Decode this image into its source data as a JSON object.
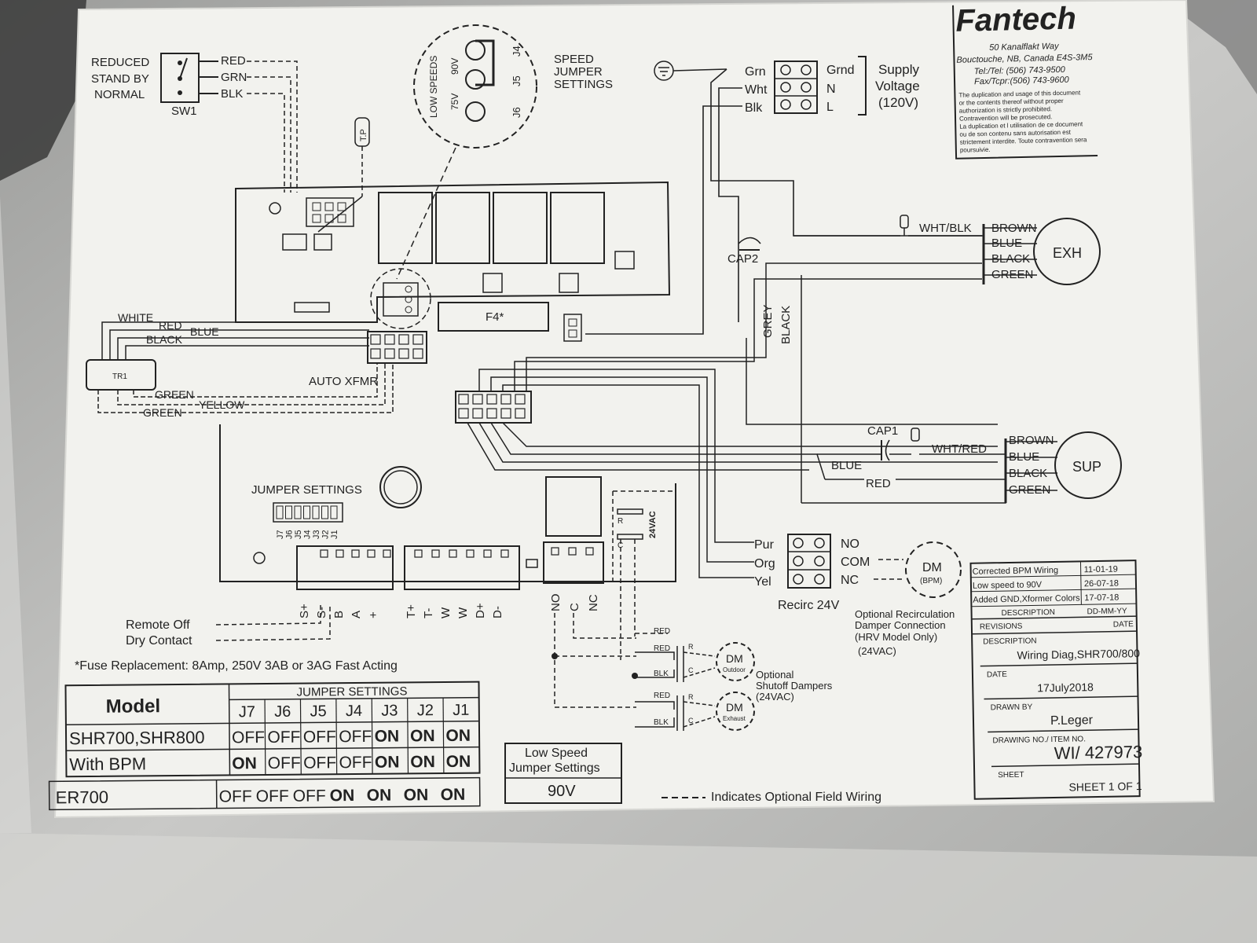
{
  "title_block": {
    "brand": "Fantech",
    "address_1": "50 Kanalflakt Way",
    "address_2": "Bouctouche, NB, Canada  E4S-3M5",
    "tel": "Tel:/Tel: (506) 743-9500",
    "fax": "Fax/Tcpr:(506) 743-9600",
    "notice": [
      "The duplication and usage of this document",
      "or the contents thereof without proper",
      "authorization is strictly prohibited.",
      "Contravention will be prosecuted.",
      "La duplication et l utilisation de ce document",
      "ou de son contenu sans autorisation est",
      "strictement interdite. Toute contravention sera",
      "poursuivie."
    ]
  },
  "switch": {
    "labels": [
      "REDUCED",
      "STAND BY",
      "NORMAL"
    ],
    "name": "SW1",
    "wires": [
      "RED",
      "GRN",
      "BLK"
    ],
    "thermal": "T.P"
  },
  "speed_jumper": {
    "title_lines": [
      "SPEED",
      "JUMPER",
      "SETTINGS"
    ],
    "low_speeds": "LOW SPEEDS",
    "v90": "90V",
    "v75": "75V",
    "j4": "J4",
    "j5": "J5",
    "j6": "J6"
  },
  "supply": {
    "wires": [
      "Grn",
      "Wht",
      "Blk"
    ],
    "terminals": [
      "Grnd",
      "N",
      "L"
    ],
    "label_lines": [
      "Supply",
      "Voltage",
      "(120V)"
    ]
  },
  "exhaust_motor": {
    "label": "EXH",
    "cap": "CAP2",
    "lead": "WHT/BLK",
    "wires": [
      "BROWN",
      "BLUE",
      "BLACK",
      "GREEN"
    ]
  },
  "supply_motor": {
    "label": "SUP",
    "cap": "CAP1",
    "lead": "WHT/RED",
    "wires": [
      "BROWN",
      "BLUE",
      "BLACK",
      "GREEN"
    ],
    "feed_blue": "BLUE",
    "feed_red": "RED"
  },
  "board": {
    "vertical_grey": "GREY",
    "vertical_black": "BLACK",
    "fuse": "F4*",
    "transformer": "TR1",
    "transformer_wires": [
      "WHITE",
      "RED",
      "BLUE",
      "BLACK",
      "GREEN",
      "YELLOW",
      "GREEN"
    ],
    "auto_xfmr": "AUTO XFMR",
    "jumper_settings": "JUMPER SETTINGS",
    "jumper_labels": [
      "J7",
      "J6",
      "J5",
      "J4",
      "J3",
      "J2",
      "J1"
    ],
    "terminals_a": [
      "S+",
      "S-",
      "B",
      "A",
      "+"
    ],
    "terminals_b": [
      "T+",
      "T-",
      "W",
      "W",
      "D+",
      "D-"
    ],
    "terminals_c": [
      "NO",
      "C",
      "NC"
    ],
    "relay_r": "R",
    "relay_c": "C",
    "relay_24vac": "24VAC"
  },
  "recirc": {
    "wires": [
      "Pur",
      "Org",
      "Yel"
    ],
    "terminals": [
      "NO",
      "COM",
      "NC"
    ],
    "label": "Recirc 24V",
    "dm": "DM",
    "bpm": "(BPM)",
    "note_lines": [
      "Optional Recirculation",
      "Damper Connection",
      "(HRV Model Only)",
      "(24VAC)"
    ]
  },
  "dampers": {
    "red": "RED",
    "blk": "BLK",
    "r": "R",
    "c": "C",
    "dm": "DM",
    "outdoor": "Outdoor",
    "exhaust": "Exhaust",
    "note_lines": [
      "Optional",
      "Shutoff Dampers",
      "(24VAC)"
    ]
  },
  "notes": {
    "remote_off": "Remote  Off",
    "dry_contact": "Dry  Contact",
    "fuse": "*Fuse Replacement:  8Amp,  250V  3AB  or  3AG  Fast  Acting",
    "field_wiring": "Indicates Optional Field Wiring"
  },
  "jumper_table": {
    "group_header": "JUMPER SETTINGS",
    "model_header": "Model",
    "columns": [
      "J7",
      "J6",
      "J5",
      "J4",
      "J3",
      "J2",
      "J1"
    ],
    "rows": [
      {
        "model": "SHR700,SHR800",
        "values": [
          "OFF",
          "OFF",
          "OFF",
          "OFF",
          "ON",
          "ON",
          "ON"
        ]
      },
      {
        "model": "With  BPM",
        "values": [
          "ON",
          "OFF",
          "OFF",
          "OFF",
          "ON",
          "ON",
          "ON"
        ]
      },
      {
        "model": "ER700",
        "values": [
          "OFF",
          "OFF",
          "OFF",
          "ON",
          "ON",
          "ON",
          "ON"
        ]
      }
    ]
  },
  "low_speed_box": {
    "line1": "Low Speed",
    "line2": "Jumper Settings",
    "value": "90V"
  },
  "revision_block": {
    "revisions": [
      {
        "text": "Corrected BPM Wiring",
        "date": "11-01-19"
      },
      {
        "text": "Low speed to 90V",
        "date": "26-07-18"
      },
      {
        "text": "Added GND,Xformer Colors",
        "date": "17-07-18"
      }
    ],
    "description_hdr": "DESCRIPTION",
    "date_format": "DD-MM-YY",
    "revisions_hdr": "REVISIONS",
    "date_hdr": "DATE",
    "desc_label": "DESCRIPTION",
    "desc_value": "Wiring Diag,SHR700/800",
    "date_label": "DATE",
    "date_value": "17July2018",
    "drawn_label": "DRAWN BY",
    "drawn_value": "P.Leger",
    "drawing_no_label": "DRAWING NO./ ITEM NO.",
    "drawing_no_value": "WI/ 427973",
    "sheet_label": "SHEET",
    "sheet_value": "SHEET  1  OF  1"
  }
}
